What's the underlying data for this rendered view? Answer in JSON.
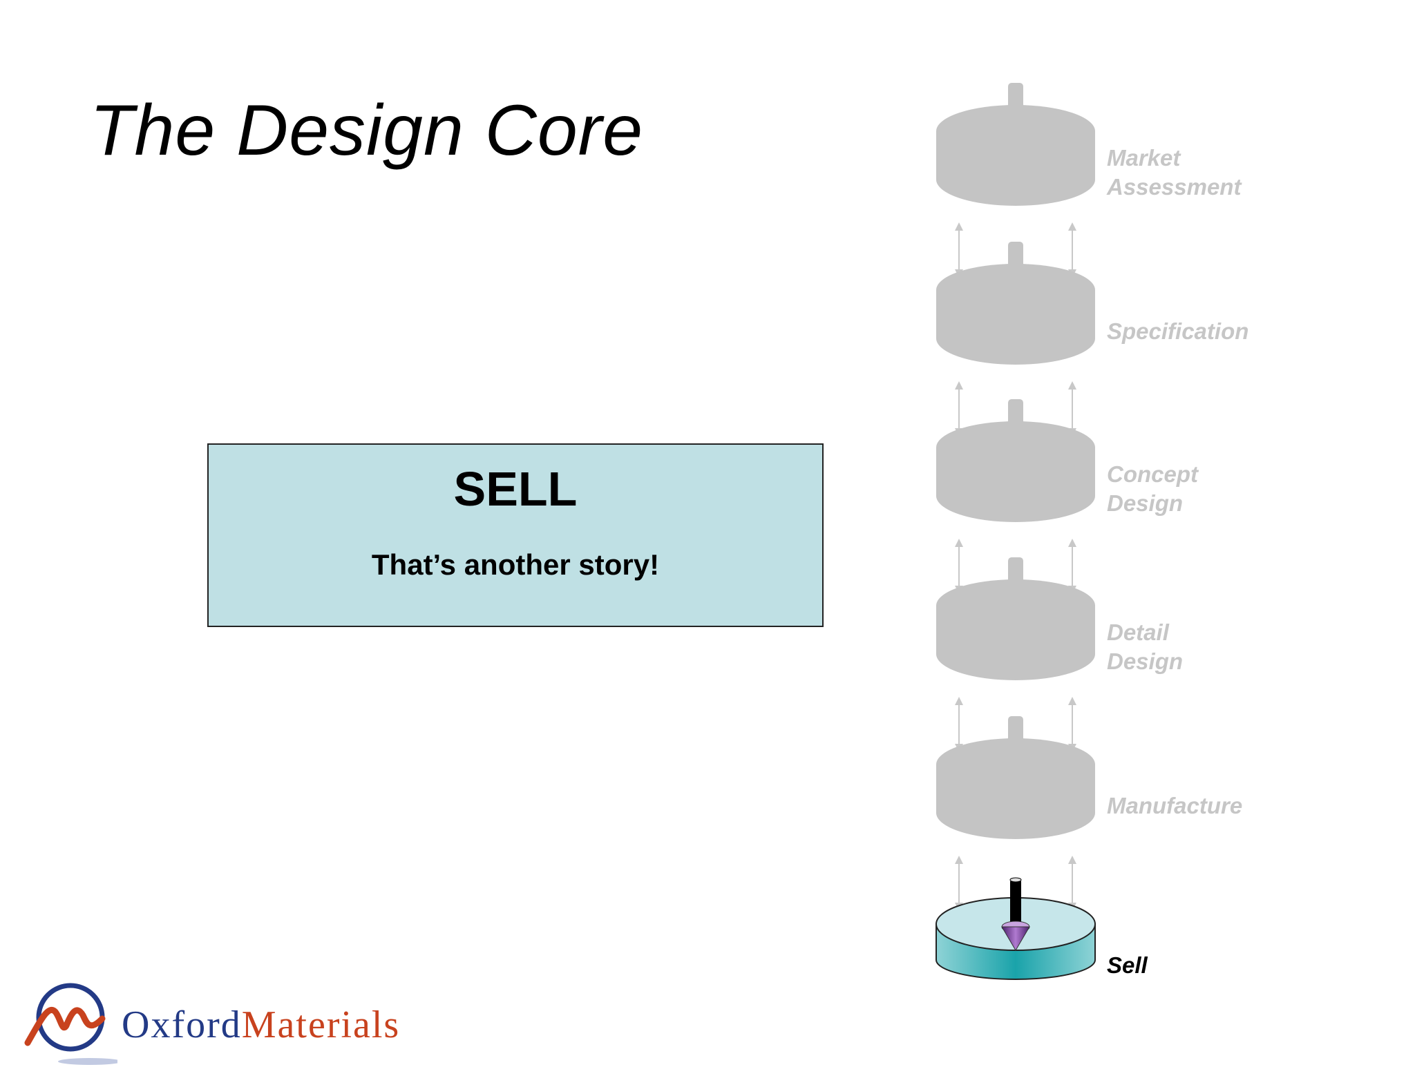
{
  "slide": {
    "title": "The Design Core"
  },
  "callout": {
    "heading": "SELL",
    "text": "That’s another story!"
  },
  "stages": [
    {
      "label": "Market\nAssessment",
      "active": false
    },
    {
      "label": "Specification",
      "active": false
    },
    {
      "label": "Concept\nDesign",
      "active": false
    },
    {
      "label": "Detail\nDesign",
      "active": false
    },
    {
      "label": "Manufacture",
      "active": false
    },
    {
      "label": "Sell",
      "active": true
    }
  ],
  "colors": {
    "inactive_disc": "#c4c4c4",
    "active_disc_top": "#c6e6ea",
    "active_disc_side": "#3fb3b8",
    "callout_bg": "#bfe0e4",
    "arrow": "#c8c8c8",
    "pointer_tip": "#7b3fa0"
  },
  "logo": {
    "word1": "Oxford",
    "word2": "Materials",
    "icon": "oxford-materials-logo-icon"
  }
}
